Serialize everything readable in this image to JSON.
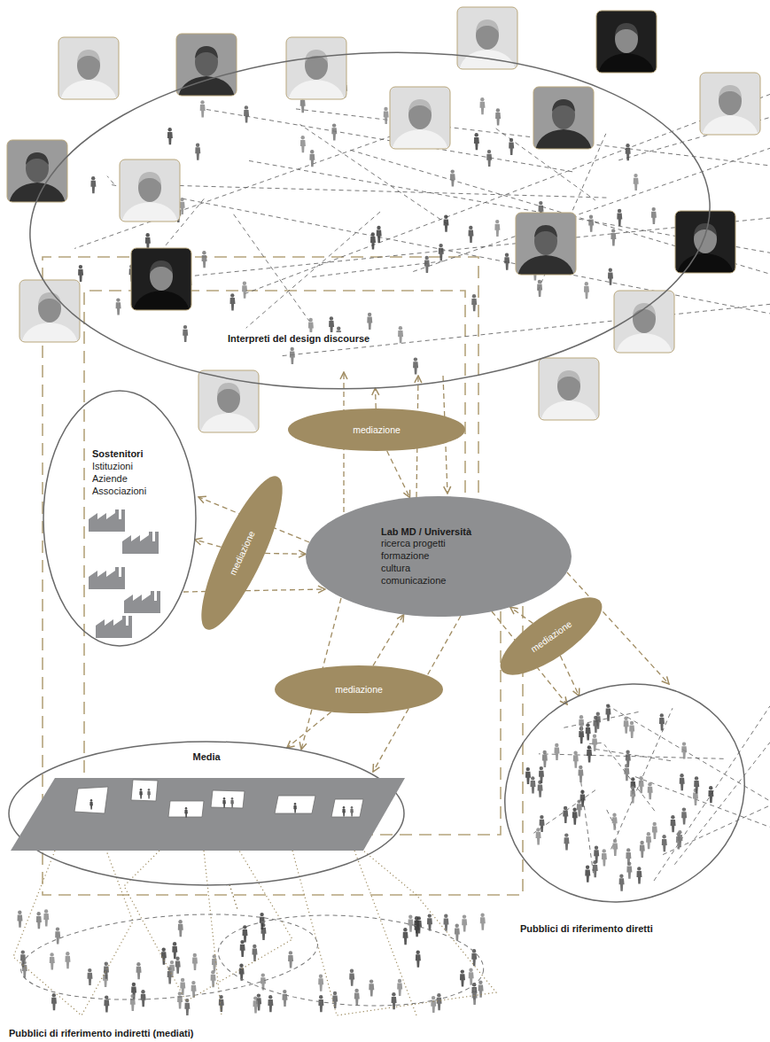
{
  "diagram": {
    "nodes": [
      {
        "text": [
          "Interpreti del design discourse"
        ]
      },
      {
        "text": [
          "mediazione"
        ]
      },
      {
        "text": [
          "Sostenitori",
          "Istituzioni Aziende Associazioni"
        ]
      },
      {
        "text": [
          "mediazione"
        ]
      },
      {
        "text": [
          "Lab MD / Università",
          "ricerca progetti formazione cultura comunicazione"
        ]
      },
      {
        "text": [
          "mediazione"
        ]
      },
      {
        "text": [
          "mediazione"
        ]
      },
      {
        "text": [
          "Media"
        ]
      },
      {
        "text": [
          "Pubblici di riferimento diretti"
        ]
      },
      {
        "text": [
          "Pubblici di riferimento indiretti (mediati)"
        ]
      }
    ],
    "edges": [
      {
        "from": 1,
        "to": 0,
        "arrow": "to"
      },
      {
        "from": 1,
        "to": 4,
        "arrow": "to"
      },
      {
        "from": 3,
        "to": 2,
        "arrow": "to"
      },
      {
        "from": 3,
        "to": 4,
        "arrow": "to"
      },
      {
        "from": 5,
        "to": 8,
        "arrow": "to"
      },
      {
        "from": 5,
        "to": 4,
        "arrow": "to"
      },
      {
        "from": 6,
        "to": 7,
        "arrow": "to"
      },
      {
        "from": 6,
        "to": 4,
        "arrow": "to"
      },
      {
        "from": 7,
        "to": 9,
        "arrow": "none"
      }
    ]
  }
}
